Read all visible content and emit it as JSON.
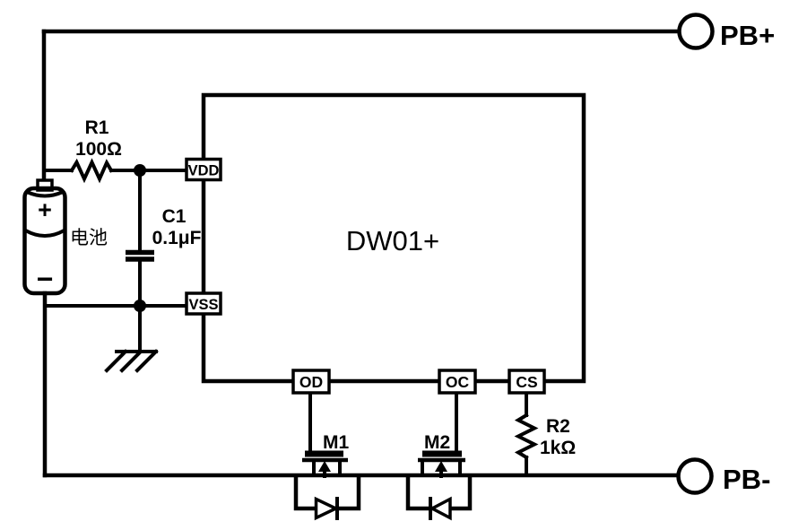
{
  "colors": {
    "background": "#ffffff",
    "line": "#000000"
  },
  "terminals": {
    "pb_plus": "PB+",
    "pb_minus": "PB-"
  },
  "battery": {
    "label": "电池",
    "plus_sign": "+",
    "minus_sign": "−"
  },
  "ic": {
    "name": "DW01+",
    "pins": {
      "vdd": "VDD",
      "vss": "VSS",
      "od": "OD",
      "oc": "OC",
      "cs": "CS"
    }
  },
  "components": {
    "r1": {
      "designator": "R1",
      "value": "100Ω"
    },
    "c1": {
      "designator": "C1",
      "value": "0.1μF"
    },
    "r2": {
      "designator": "R2",
      "value": "1kΩ"
    },
    "m1": {
      "designator": "M1"
    },
    "m2": {
      "designator": "M2"
    }
  }
}
